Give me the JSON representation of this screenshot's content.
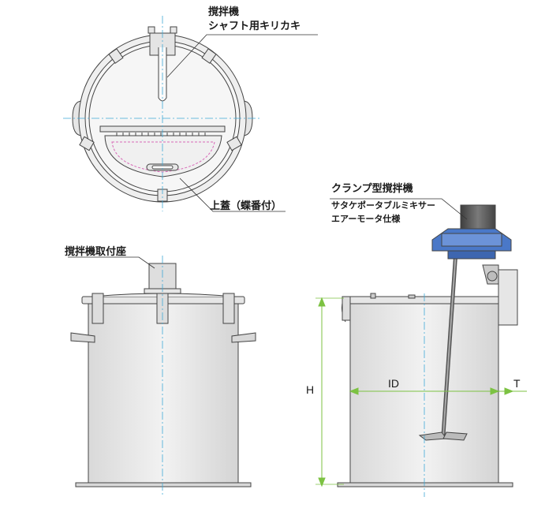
{
  "labels": {
    "shaft_hole_line1": "撹拌機",
    "shaft_hole_line2": "シャフト用キリカキ",
    "lid": "上蓋（蝶番付）",
    "mount_seat": "撹拌機取付座",
    "clamp_mixer_line1": "クランプ型撹拌機",
    "clamp_mixer_line2": "サタケポータブルミキサー",
    "clamp_mixer_line3": "エアーモータ仕様"
  },
  "dimensions": {
    "height": "H",
    "inner_diameter": "ID",
    "thickness": "T"
  },
  "colors": {
    "line": "#444444",
    "fill_light": "#eeeeee",
    "fill_mid": "#d8d8d8",
    "center_line": "#3fa9d6",
    "dimension": "#7cc242",
    "mixer_blue": "#4a78c8",
    "motor_dark": "#555555",
    "hinge_pink": "#d86ab8"
  }
}
